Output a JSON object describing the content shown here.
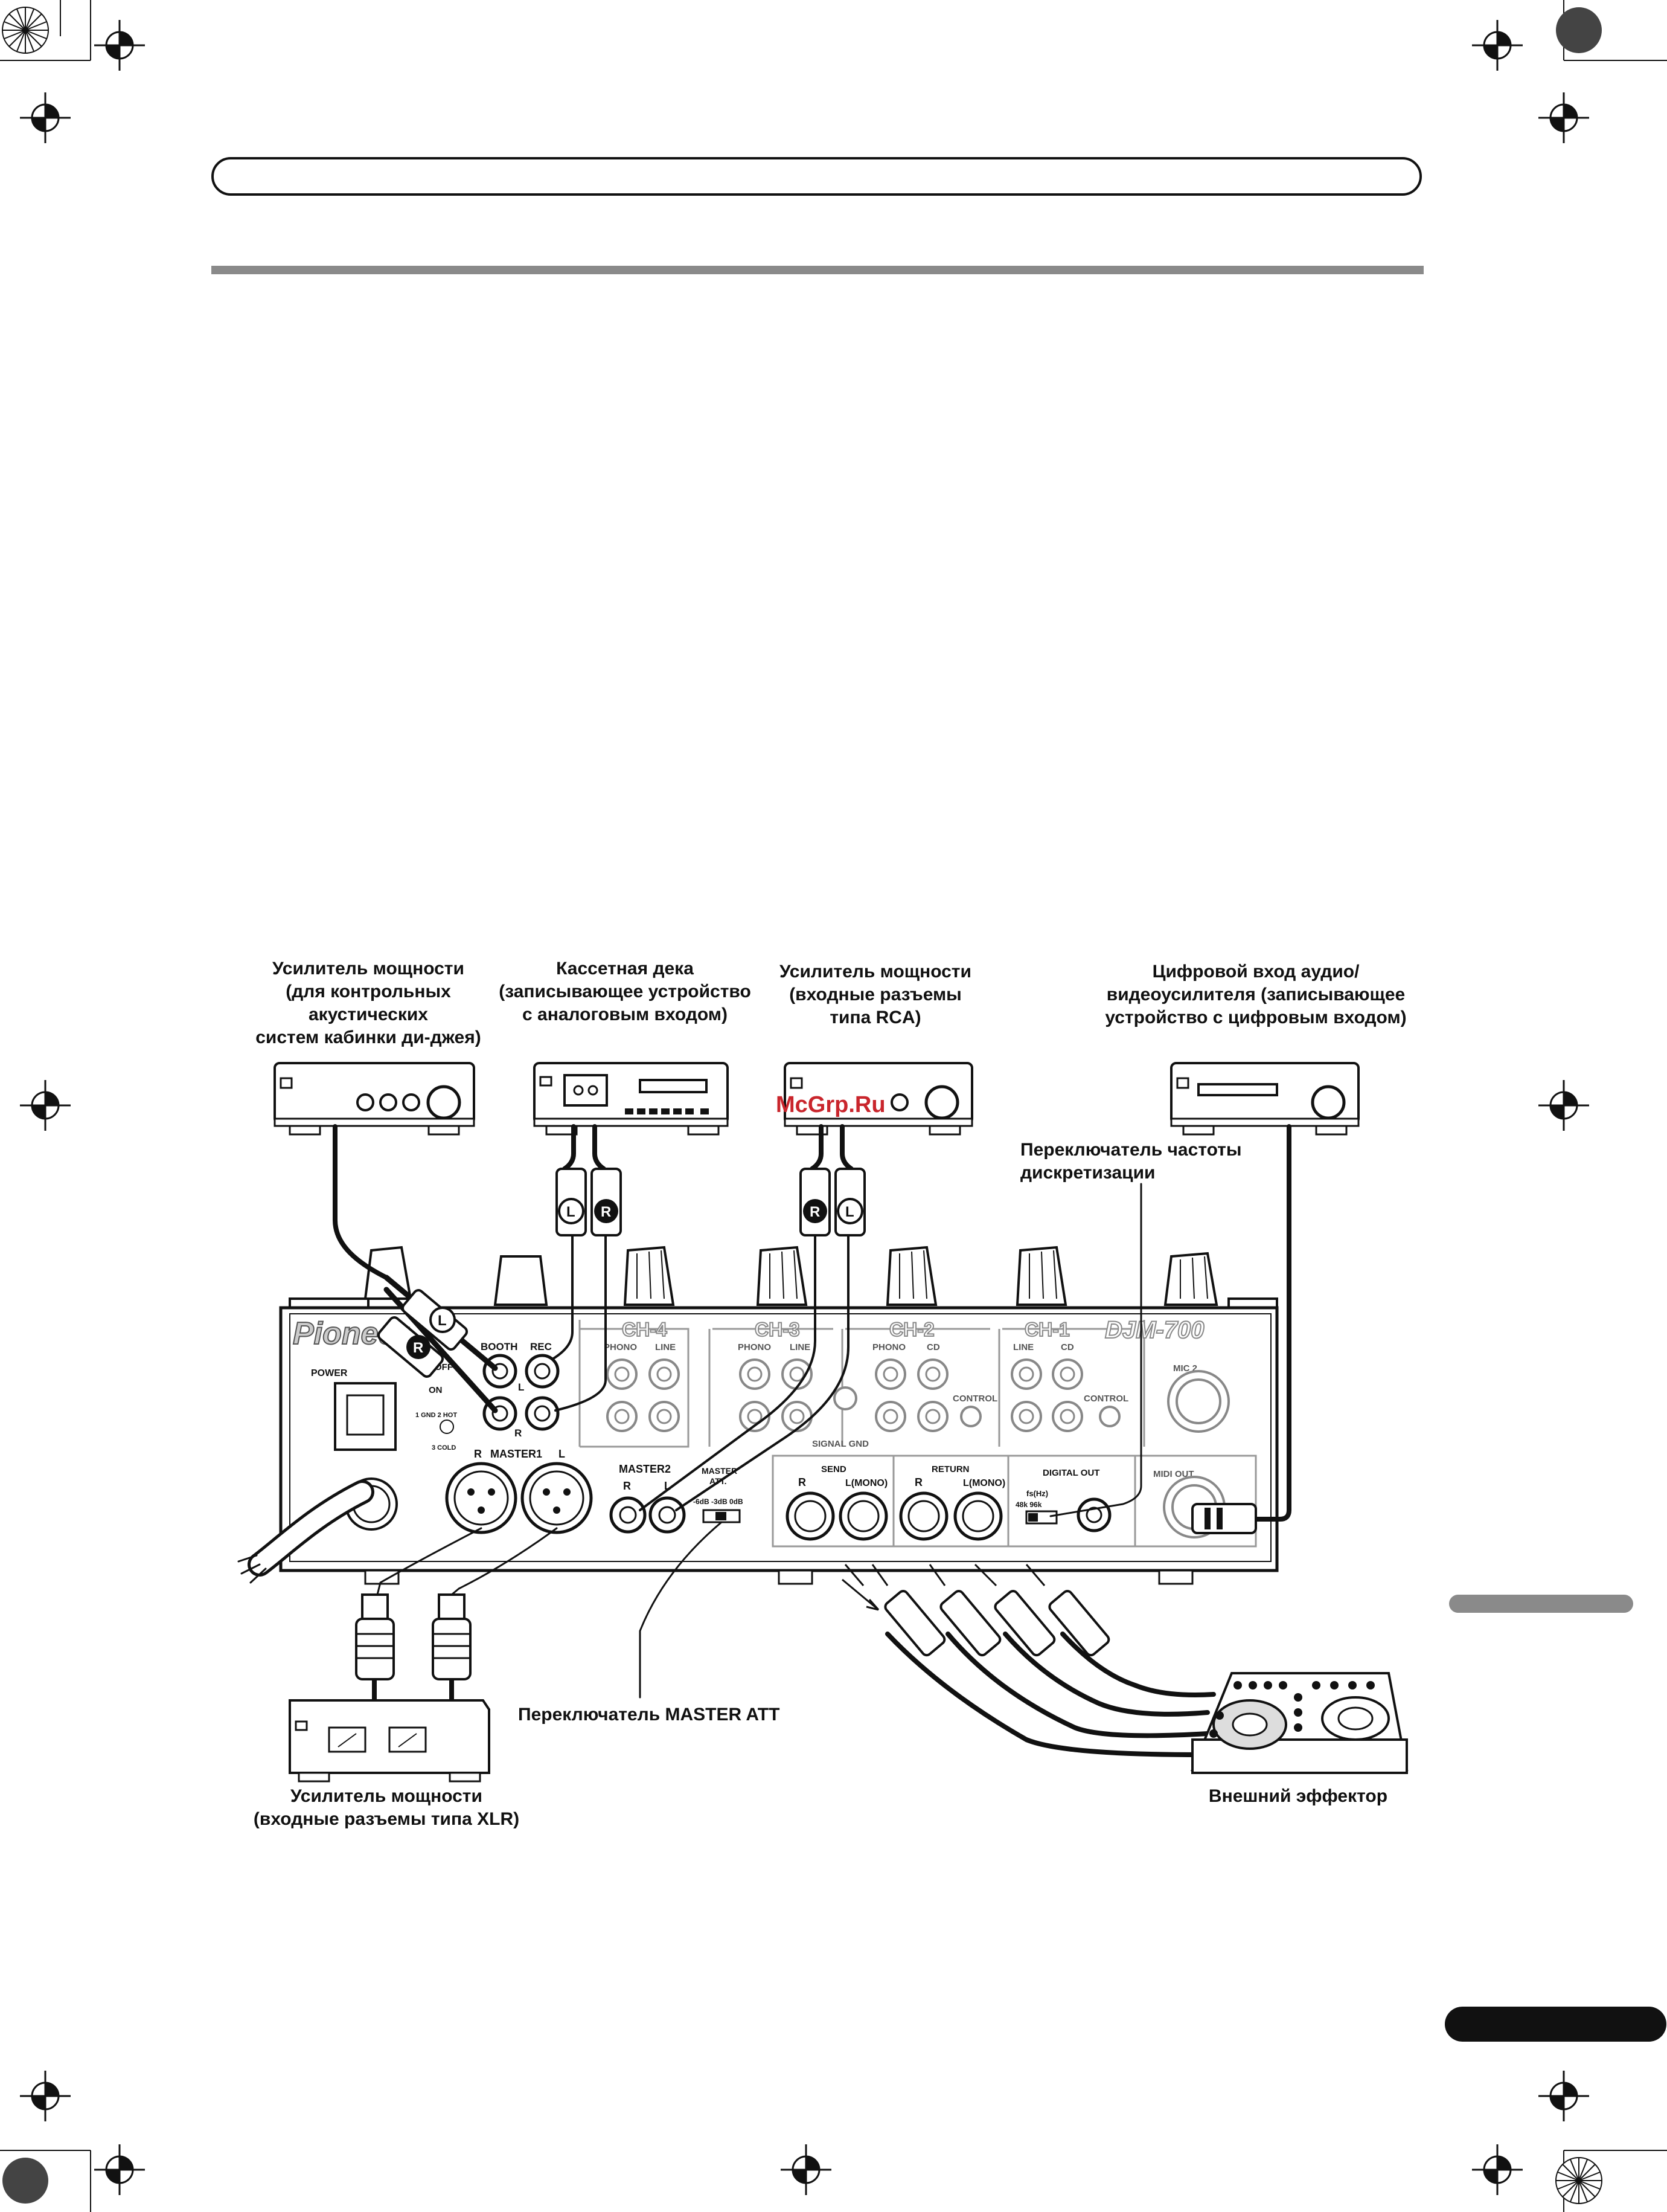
{
  "watermark": "McGrp.Ru",
  "labels": {
    "booth_amp": "Усилитель мощности\n(для контрольных\nакустических\nсистем кабинки ди-джея)",
    "cassette_deck": "Кассетная дека\n(записывающее устройство\nс аналоговым входом)",
    "rca_amp": "Усилитель мощности\n(входные разъемы\nтипа RCA)",
    "digital_input": "Цифровой вход аудио/\nвидеоусилителя (записывающее\nустройство с цифровым входом)",
    "sampling_switch": "Переключатель частоты\nдискретизации",
    "master_att_switch": "Переключатель MASTER ATT",
    "xlr_amp": "Усилитель мощности\n(входные разъемы типа XLR)",
    "external_effector": "Внешний эффектор"
  },
  "plug_marks": {
    "left": "L",
    "right": "R"
  },
  "panel": {
    "brand": "Pioneer",
    "model": "DJM-700",
    "power": "POWER",
    "off": "OFF",
    "on": "ON",
    "xlr_pins": "1 GND 2 HOT",
    "xlr_cold": "3 COLD",
    "booth": "BOOTH",
    "rec": "REC",
    "master1": "MASTER1",
    "master2": "MASTER2",
    "master_att": "MASTER\nATT.",
    "att_values": "-6dB  -3dB  0dB",
    "ch4": "CH-4",
    "ch3": "CH-3",
    "ch2": "CH-2",
    "ch1": "CH-1",
    "phono": "PHONO",
    "line": "LINE",
    "cd": "CD",
    "control": "CONTROL",
    "signal_gnd": "SIGNAL GND",
    "mic2": "MIC 2",
    "send": "SEND",
    "return": "RETURN",
    "mono": "L(MONO)",
    "digital_out": "DIGITAL OUT",
    "fs": "fs(Hz)",
    "fs_values": "48k    96k",
    "midi_out": "MIDI OUT",
    "r": "R",
    "l": "L"
  }
}
